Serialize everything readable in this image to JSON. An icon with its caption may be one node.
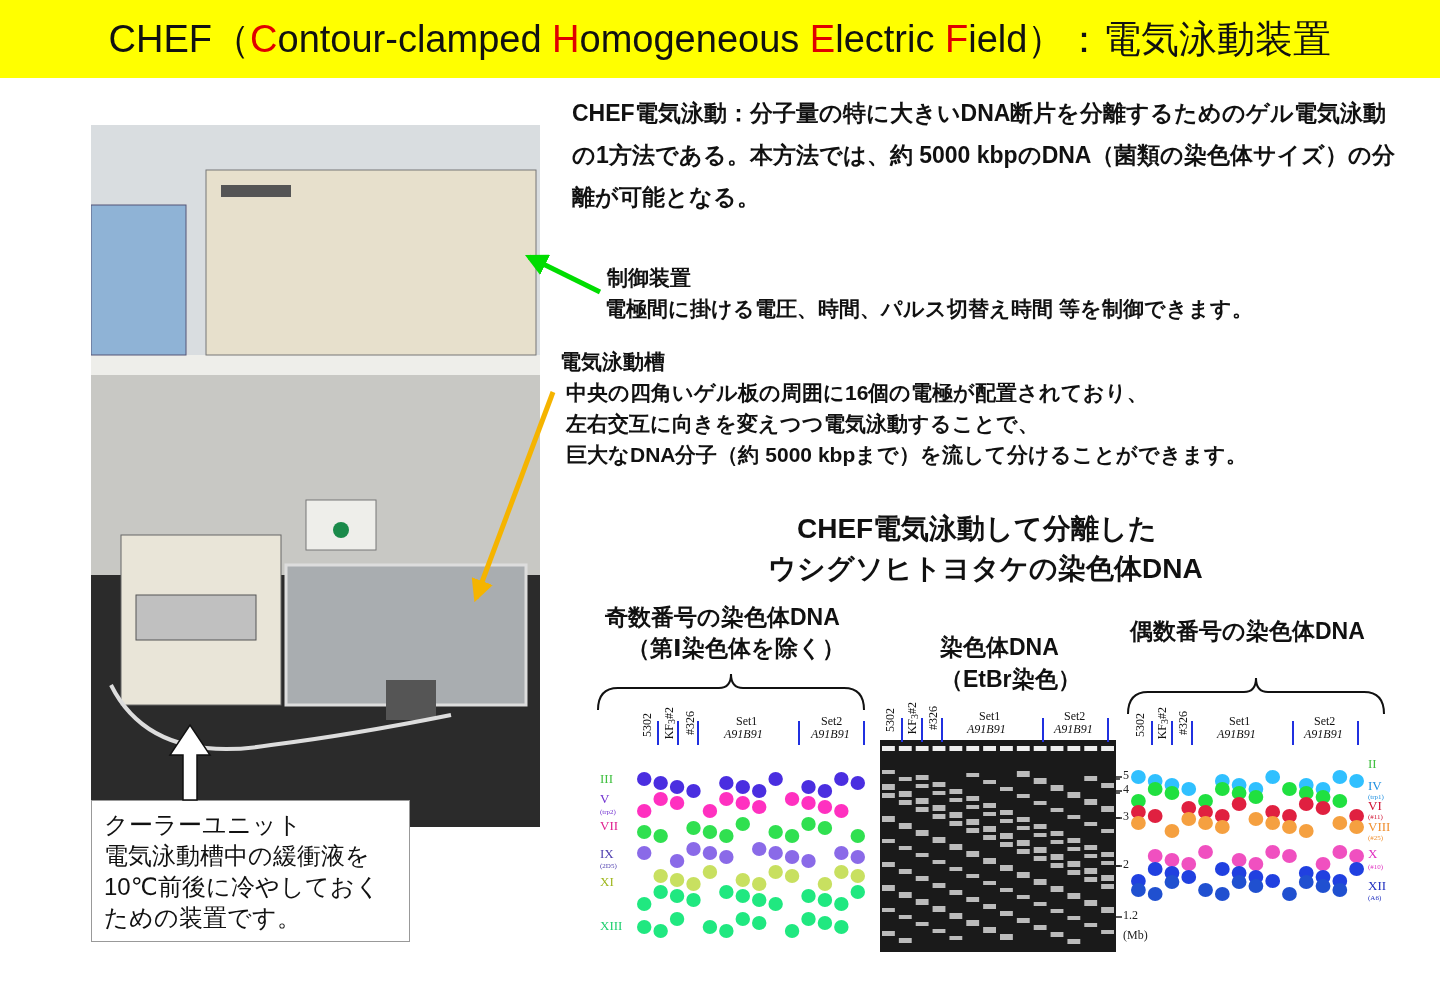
{
  "diagram": {
    "title": "CHEF（Contour-clamped Homogeneous Electric Field）：電気泳動装置",
    "nodes": [
      {
        "text": [],
        "shape": "picture"
      },
      {
        "text": [
          "制御装置",
          "電極間に掛ける電圧、時間、パルス切替え時間 等を制御できます。"
        ]
      },
      {
        "text": [
          "電気泳動槽",
          "中央の四角いゲル板の周囲に16個の電極が配置されており、",
          "左右交互に向きを変えつつ電気泳動することで、",
          "巨大なDNA分子（約 5000 kbpまで）を流して分けることができます。"
        ]
      },
      {
        "text": [
          "クーラーユニット",
          "電気泳動槽中の緩衝液を10℃前後に冷やしておくための装置です。"
        ]
      }
    ],
    "edges": [
      {
        "from": 1,
        "to": 0,
        "arrow": "to",
        "color": "#00dd00"
      },
      {
        "from": 2,
        "to": 0,
        "arrow": "to",
        "color": "#f5b400"
      },
      {
        "from": 3,
        "to": 0,
        "arrow": "to",
        "color": "#ffffff"
      }
    ],
    "labels": [
      "CHEF電気泳動：分子量の特に大きいDNA断片を分離するためのゲル電気泳動の1方法である。本方法では、約 5000 kbpのDNA（菌類の染色体サイズ）の分離が可能となる。",
      "CHEF電気泳動して分離した",
      "ウシグソヒトヨタケの染色体DNA",
      "奇数番号の染色体DNA",
      "（第Ⅰ染色体を除く）",
      "染色体DNA",
      "（EtBr染色）",
      "偶数番号の染色体DNA",
      "5302",
      "KF$_{3}$#2",
      "#326",
      "Set1",
      "A91B91",
      "Set2",
      "A91B91",
      "III",
      "V",
      "(trp2)",
      "VII",
      "IX",
      "(2D5)",
      "XI",
      "XIII",
      "5302",
      "KF$_{3}$#2",
      "#326",
      "Set1",
      "A91B91",
      "Set2",
      "A91B91",
      "5",
      "4",
      "3",
      "2",
      "1.2",
      "(Mb)",
      "5302",
      "KF$_{3}$#2",
      "#326",
      "Set1",
      "A91B91",
      "Set2",
      "A91B91",
      "II",
      "IV",
      "(trp1)",
      "VI",
      "(#11)",
      "VIII",
      "(#25)",
      "X",
      "(#10)",
      "XII",
      "(A6)"
    ]
  }
}
